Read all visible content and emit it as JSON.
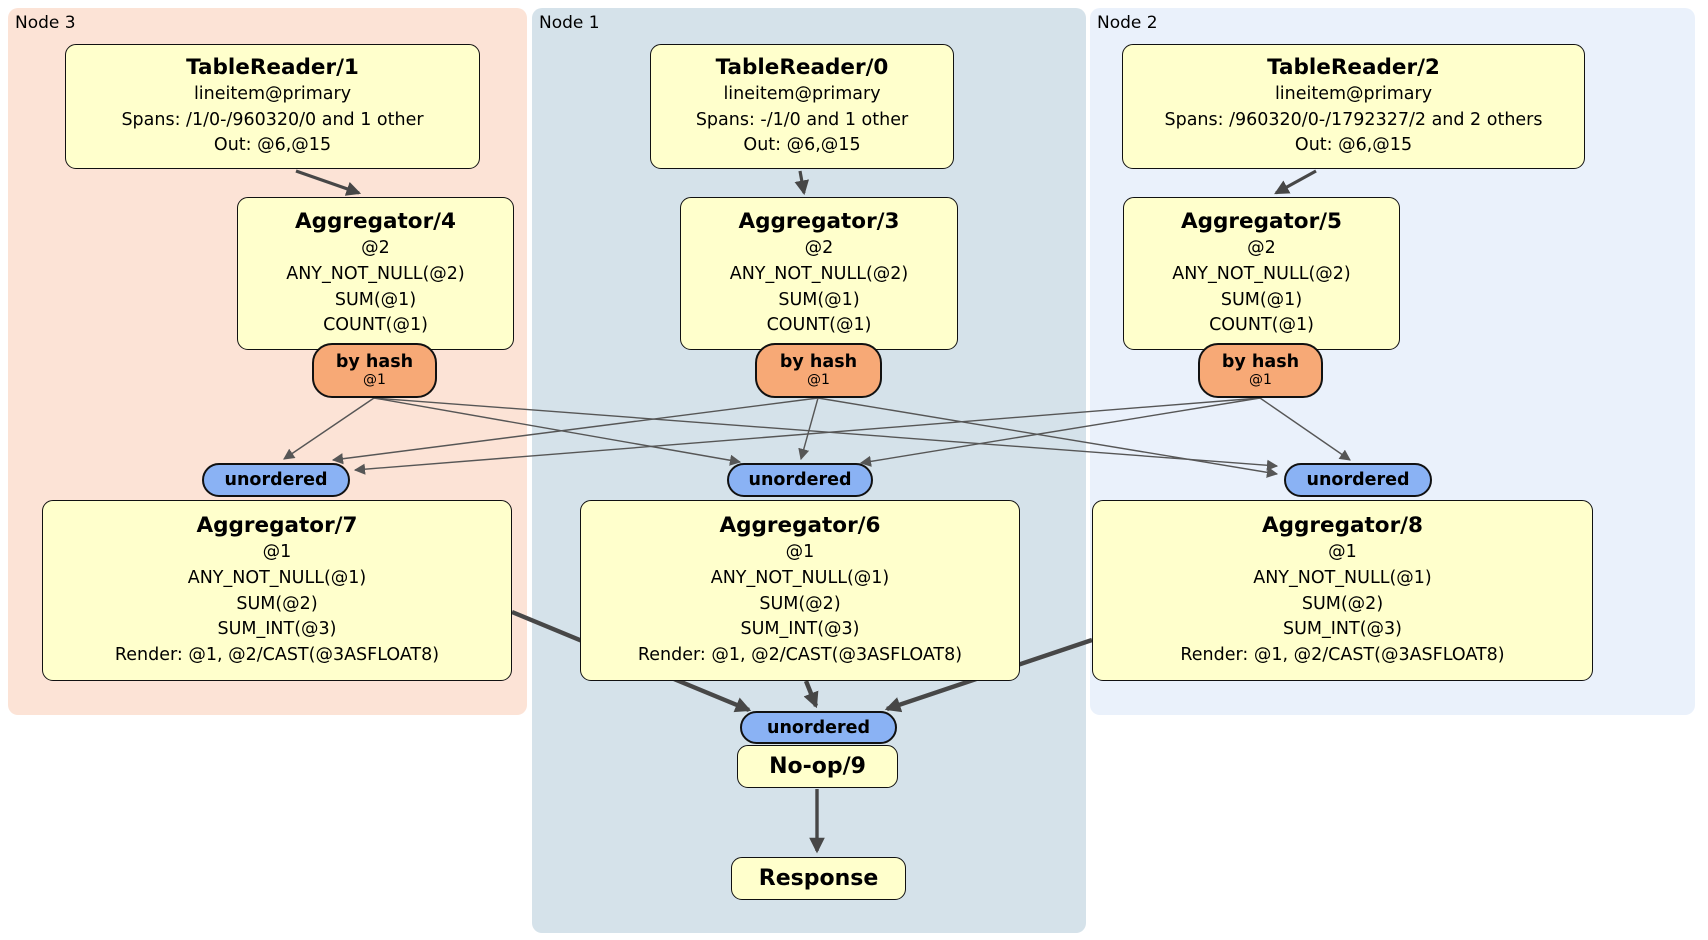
{
  "regions": {
    "node3": {
      "label": "Node 3",
      "bg": "#fce3d6"
    },
    "node1": {
      "label": "Node 1",
      "bg": "#d5e2ea"
    },
    "node2": {
      "label": "Node 2",
      "bg": "#eaf1fb"
    }
  },
  "nodes": {
    "tr1": {
      "title": "TableReader/1",
      "lines": [
        "lineitem@primary",
        "Spans: /1/0-/960320/0 and 1 other",
        "Out: @6,@15"
      ]
    },
    "tr0": {
      "title": "TableReader/0",
      "lines": [
        "lineitem@primary",
        "Spans: -/1/0 and 1 other",
        "Out: @6,@15"
      ]
    },
    "tr2": {
      "title": "TableReader/2",
      "lines": [
        "lineitem@primary",
        "Spans: /960320/0-/1792327/2 and 2 others",
        "Out: @6,@15"
      ]
    },
    "agg4": {
      "title": "Aggregator/4",
      "lines": [
        "@2",
        "ANY_NOT_NULL(@2)",
        "SUM(@1)",
        "COUNT(@1)"
      ]
    },
    "agg3": {
      "title": "Aggregator/3",
      "lines": [
        "@2",
        "ANY_NOT_NULL(@2)",
        "SUM(@1)",
        "COUNT(@1)"
      ]
    },
    "agg5": {
      "title": "Aggregator/5",
      "lines": [
        "@2",
        "ANY_NOT_NULL(@2)",
        "SUM(@1)",
        "COUNT(@1)"
      ]
    },
    "agg7": {
      "title": "Aggregator/7",
      "lines": [
        "@1",
        "ANY_NOT_NULL(@1)",
        "SUM(@2)",
        "SUM_INT(@3)",
        "Render: @1, @2/CAST(@3ASFLOAT8)"
      ]
    },
    "agg6": {
      "title": "Aggregator/6",
      "lines": [
        "@1",
        "ANY_NOT_NULL(@1)",
        "SUM(@2)",
        "SUM_INT(@3)",
        "Render: @1, @2/CAST(@3ASFLOAT8)"
      ]
    },
    "agg8": {
      "title": "Aggregator/8",
      "lines": [
        "@1",
        "ANY_NOT_NULL(@1)",
        "SUM(@2)",
        "SUM_INT(@3)",
        "Render: @1, @2/CAST(@3ASFLOAT8)"
      ]
    },
    "noop": {
      "title": "No-op/9"
    },
    "response": {
      "title": "Response"
    }
  },
  "pills": {
    "byhash": {
      "label": "by hash",
      "key": "@1"
    },
    "unordered": {
      "label": "unordered"
    }
  },
  "edges": [
    {
      "from": "TableReader/1",
      "to": "Aggregator/4"
    },
    {
      "from": "TableReader/0",
      "to": "Aggregator/3"
    },
    {
      "from": "TableReader/2",
      "to": "Aggregator/5"
    },
    {
      "from": "Aggregator/4 by hash @1",
      "to": "Aggregator/7 unordered"
    },
    {
      "from": "Aggregator/4 by hash @1",
      "to": "Aggregator/6 unordered"
    },
    {
      "from": "Aggregator/4 by hash @1",
      "to": "Aggregator/8 unordered"
    },
    {
      "from": "Aggregator/3 by hash @1",
      "to": "Aggregator/7 unordered"
    },
    {
      "from": "Aggregator/3 by hash @1",
      "to": "Aggregator/6 unordered"
    },
    {
      "from": "Aggregator/3 by hash @1",
      "to": "Aggregator/8 unordered"
    },
    {
      "from": "Aggregator/5 by hash @1",
      "to": "Aggregator/7 unordered"
    },
    {
      "from": "Aggregator/5 by hash @1",
      "to": "Aggregator/6 unordered"
    },
    {
      "from": "Aggregator/5 by hash @1",
      "to": "Aggregator/8 unordered"
    },
    {
      "from": "Aggregator/7",
      "to": "No-op/9 unordered"
    },
    {
      "from": "Aggregator/6",
      "to": "No-op/9 unordered"
    },
    {
      "from": "Aggregator/8",
      "to": "No-op/9 unordered"
    },
    {
      "from": "No-op/9",
      "to": "Response"
    }
  ],
  "colors": {
    "node_box_fill": "#ffffcc",
    "node_box_border": "#111111",
    "byhash_pill_fill": "#f7a976",
    "unordered_pill_fill": "#8ab2f4",
    "region_node3_bg": "#fce3d6",
    "region_node1_bg": "#d5e2ea",
    "region_node2_bg": "#eaf1fb",
    "arrow_color": "#474747"
  }
}
